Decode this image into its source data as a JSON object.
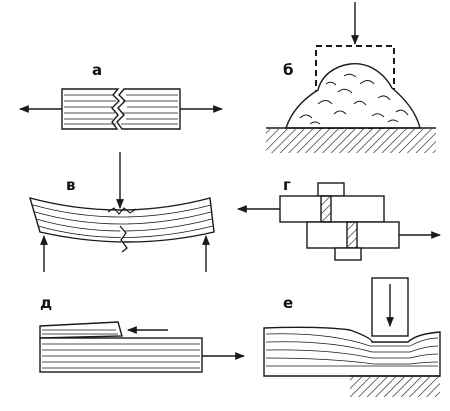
{
  "panels": [
    {
      "id": "a",
      "label": "а"
    },
    {
      "id": "b",
      "label": "б"
    },
    {
      "id": "v",
      "label": "в"
    },
    {
      "id": "g",
      "label": "г"
    },
    {
      "id": "d",
      "label": "д"
    },
    {
      "id": "e",
      "label": "е"
    }
  ],
  "colors": {
    "ink": "#1a1a1a",
    "paper": "#ffffff"
  }
}
